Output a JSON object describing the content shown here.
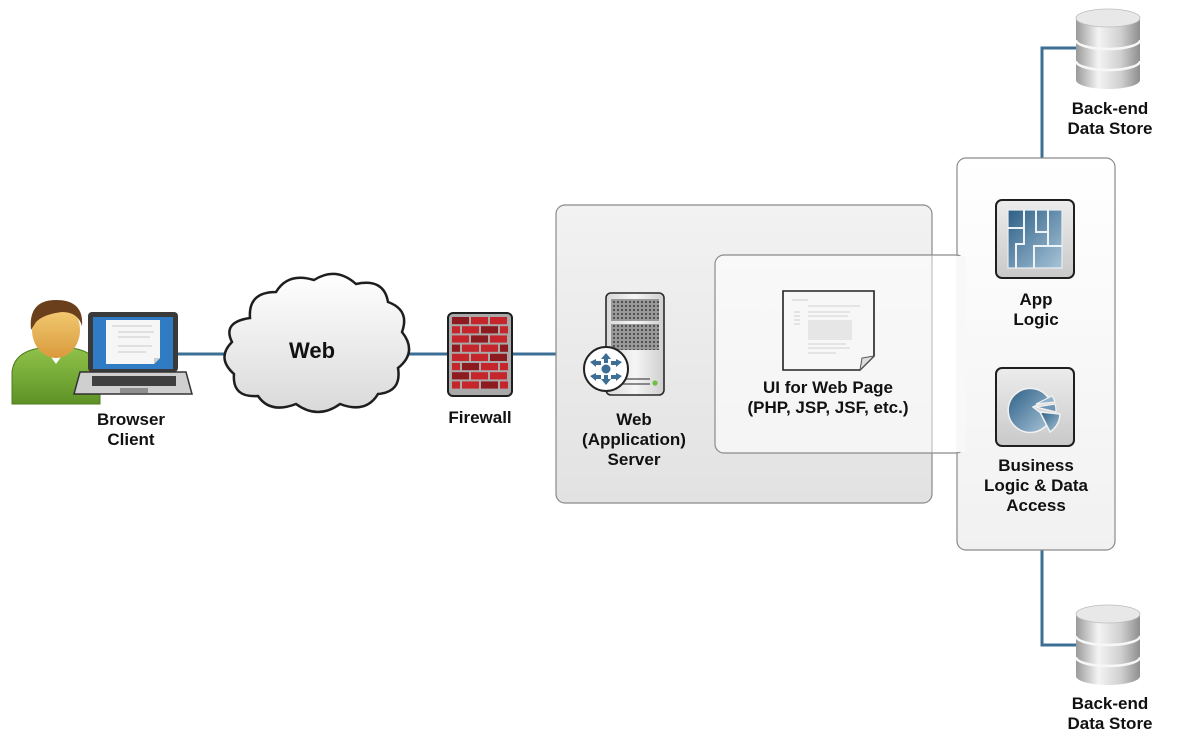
{
  "diagram": {
    "title": "Web application architecture",
    "connector_color": "#3d6f95",
    "nodes": {
      "browser_client": {
        "label_lines": [
          "Browser",
          "Client"
        ],
        "icon": "person-with-laptop-icon"
      },
      "web": {
        "label": "Web",
        "icon": "cloud-icon"
      },
      "firewall": {
        "label": "Firewall",
        "icon": "brick-wall-icon"
      },
      "web_server": {
        "label_lines": [
          "Web",
          "(Application)",
          "Server"
        ],
        "icon": "server-tower-icon"
      },
      "ui_page": {
        "label_lines": [
          "UI for Web Page",
          "(PHP, JSP, JSF, etc.)"
        ],
        "icon": "document-page-icon"
      },
      "app_logic": {
        "label_lines": [
          "App",
          "Logic"
        ],
        "icon": "puzzle-blocks-icon"
      },
      "business_logic": {
        "label_lines": [
          "Business",
          "Logic & Data",
          "Access"
        ],
        "icon": "pie-chart-icon"
      },
      "datastore_top": {
        "label_lines": [
          "Back-end",
          "Data Store"
        ],
        "icon": "database-icon"
      },
      "datastore_bottom": {
        "label_lines": [
          "Back-end",
          "Data Store"
        ],
        "icon": "database-icon"
      }
    },
    "edges": [
      {
        "from": "browser_client",
        "to": "web"
      },
      {
        "from": "web",
        "to": "firewall"
      },
      {
        "from": "firewall",
        "to": "web_server"
      },
      {
        "from": "web_server",
        "to": "ui_page"
      },
      {
        "from": "app_logic",
        "to": "datastore_top"
      },
      {
        "from": "business_logic",
        "to": "datastore_bottom"
      }
    ]
  }
}
